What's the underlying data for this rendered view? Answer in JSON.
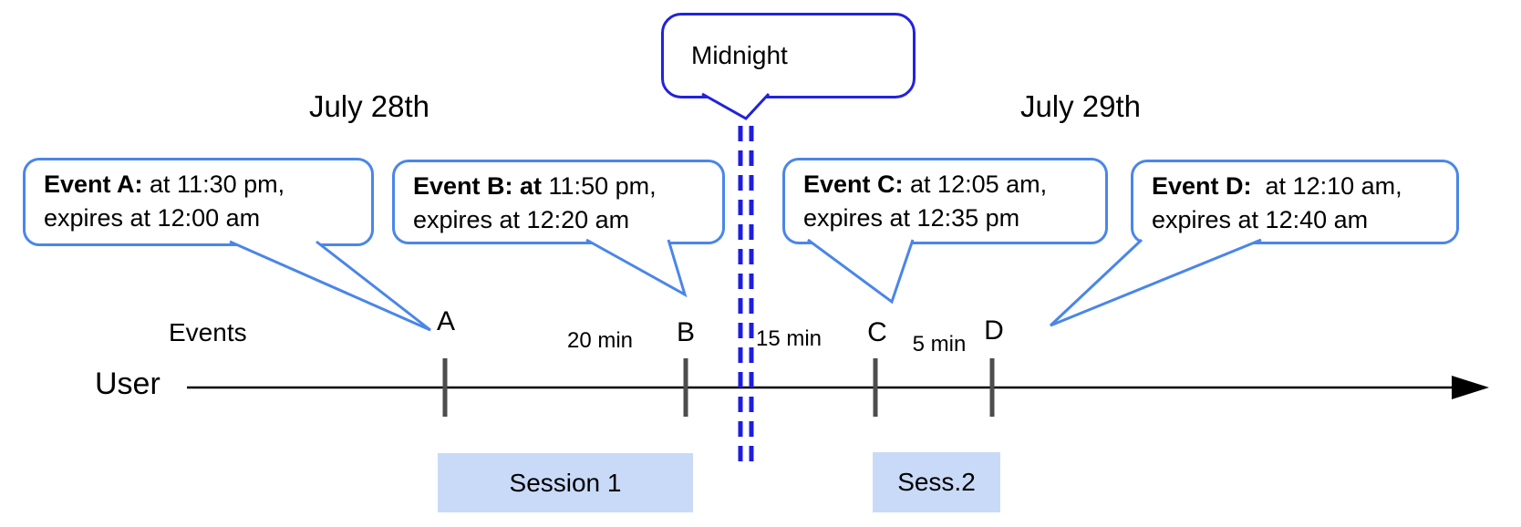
{
  "colors": {
    "accent_blue": "#4a86e8",
    "midnight_blue": "#2222dd",
    "dash_blue": "#1d1de0",
    "session_fill": "#c9daf8",
    "tick_gray": "#4d4d4d"
  },
  "dates": {
    "left": "July 28th",
    "right": "July 29th"
  },
  "midnight": {
    "label": "Midnight"
  },
  "bubbles": {
    "a": {
      "bold": "Event A:",
      "line1_rest": " at 11:30 pm,",
      "line2": "expires at 12:00 am"
    },
    "b": {
      "bold": "Event B: at",
      "line1_rest": " 11:50 pm,",
      "line2": "expires at 12:20 am"
    },
    "c": {
      "bold": "Event C:",
      "line1_rest": " at 12:05 am,",
      "line2": "expires at 12:35 pm"
    },
    "d": {
      "bold": "Event D:",
      "line1_rest": "  at 12:10 am,",
      "line2": "expires at 12:40 am"
    }
  },
  "axis": {
    "events_label": "Events",
    "user_label": "User"
  },
  "ticks": {
    "a": "A",
    "b": "B",
    "c": "C",
    "d": "D"
  },
  "gaps": {
    "ab": "20 min",
    "bc": "15 min",
    "cd": "5 min"
  },
  "sessions": {
    "s1": "Session 1",
    "s2": "Sess.2"
  }
}
